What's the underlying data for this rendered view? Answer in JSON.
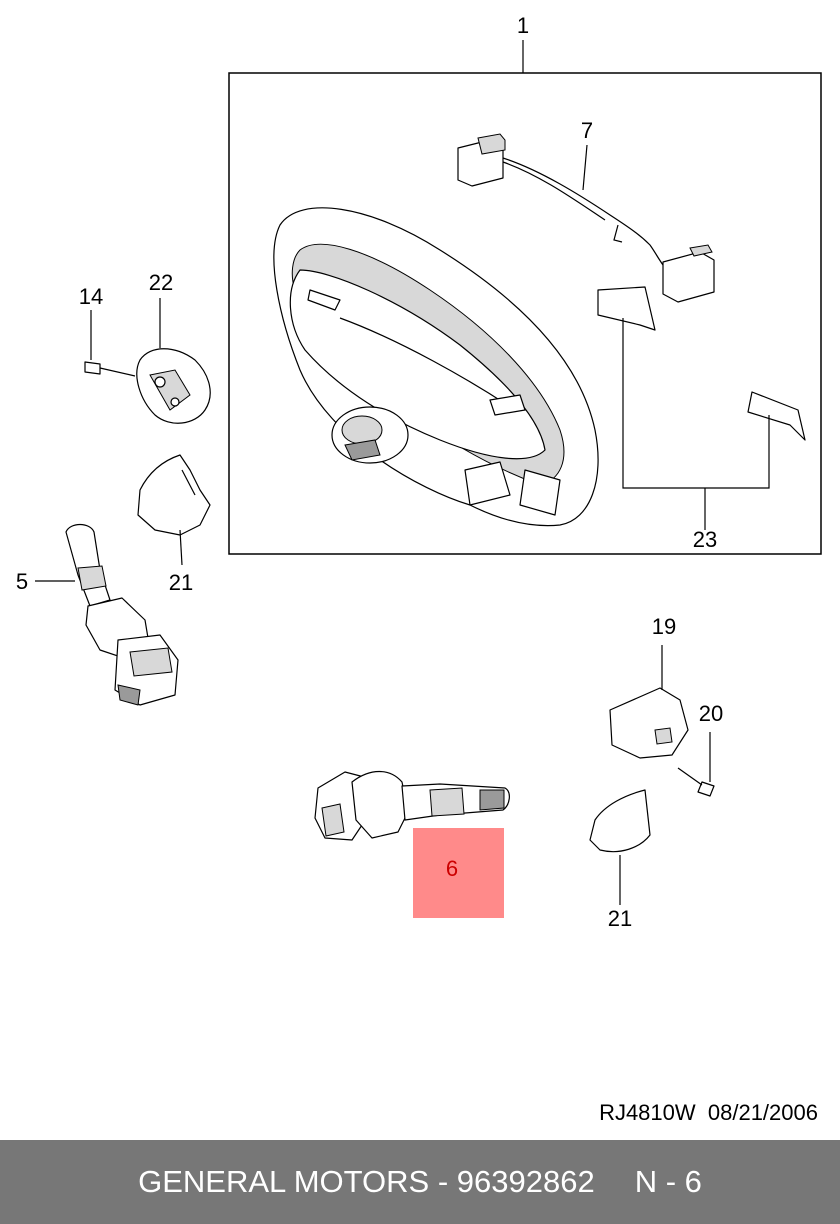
{
  "callouts": {
    "c1": "1",
    "c7": "7",
    "c14": "14",
    "c22": "22",
    "c5": "5",
    "c21a": "21",
    "c23": "23",
    "c19": "19",
    "c20": "20",
    "c6": "6",
    "c21b": "21"
  },
  "document_ref": "RJ4810W  08/21/2006",
  "footer": {
    "part_label": "GENERAL MOTORS - 96392862",
    "page": "N - 6"
  },
  "colors": {
    "highlight": "#ff8a8a",
    "footer_bg": "#777777",
    "highlight_text": "#cc0000"
  }
}
